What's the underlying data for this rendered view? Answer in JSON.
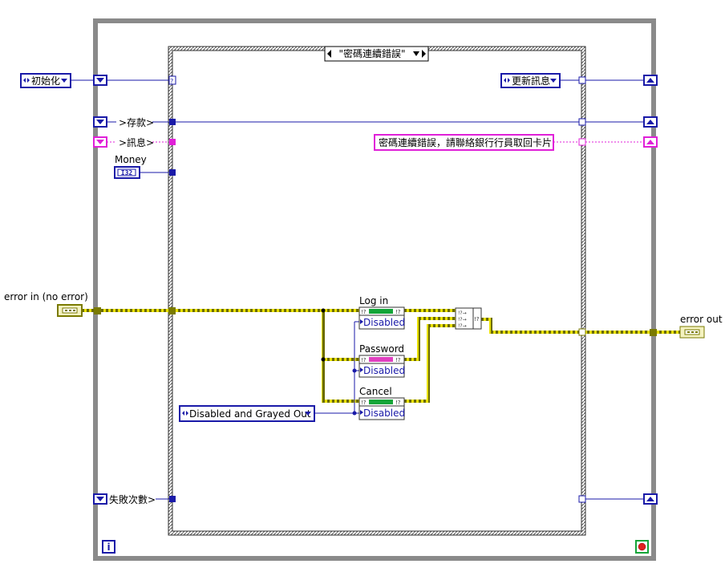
{
  "case_selector": {
    "value": "\"密碼連續錯誤\""
  },
  "left_enum": {
    "value": "初始化"
  },
  "right_enum": {
    "value": "更新訊息"
  },
  "shift_labels": {
    "deposit": ">存款>",
    "message": ">訊息>",
    "fail_count": "失敗次數>"
  },
  "money": {
    "label": "Money",
    "type_badge": "I32"
  },
  "message_string": {
    "value": "密碼連續錯誤，請聯絡銀行行員取回卡片"
  },
  "error_in": {
    "label": "error in (no error)"
  },
  "error_out": {
    "label": "error out"
  },
  "property_nodes": [
    {
      "label": "Log in",
      "property": "Disabled",
      "color": "#13a538"
    },
    {
      "label": "Password",
      "property": "Disabled",
      "color": "#e040c0"
    },
    {
      "label": "Cancel",
      "property": "Disabled",
      "color": "#13a538"
    }
  ],
  "disabled_constant": {
    "value": "Disabled and Grayed Out"
  },
  "iteration_terminal": "i",
  "colors": {
    "enum_blue": "#1a1aa8",
    "string_pink": "#e020d8",
    "error_wire": "#c8c800",
    "frame_gray": "#8a8a8a"
  },
  "icons": [
    "stop-icon",
    "merge-errors-icon",
    "shift-register-icon",
    "tunnel-icon"
  ]
}
